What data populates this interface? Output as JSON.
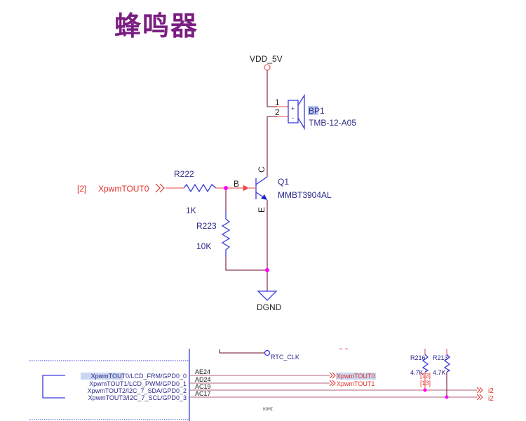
{
  "title": "蜂鸣器",
  "buzzer_circuit": {
    "power": "VDD_5V",
    "ground": "DGND",
    "buzzer": {
      "ref_highlight": "BP",
      "ref_rest": "1",
      "part": "TMB-12-A05",
      "pin1": "1",
      "pin2": "2",
      "plus": "+",
      "minus": "-"
    },
    "transistor": {
      "ref": "Q1",
      "part": "MMBT3904AL",
      "base": "B",
      "collector": "C",
      "emitter": "E"
    },
    "r_base": {
      "ref": "R222",
      "value": "1K"
    },
    "r_pull": {
      "ref": "R223",
      "value": "10K"
    },
    "input": {
      "sheet_ref": "[2]",
      "net": "XpwmTOUT0"
    }
  },
  "connector": {
    "pins": [
      {
        "highlight": "XpwmTOUT",
        "name": "0/LCD_FRM/GPD0_0",
        "ball": "AE24"
      },
      {
        "name": "XpwmTOUT1/LCD_PWM/GPD0_1",
        "ball": "AD24"
      },
      {
        "name": "XpwmTOUT2/I2C_7_SDA/GPD0_2",
        "ball": "AC19"
      },
      {
        "name": "XpwmTOUT3/I2C_7_SCL/GPD0_3",
        "ball": "AC17"
      }
    ],
    "rtc": "RTC_CLK",
    "hdmi": "HDMI",
    "nets": [
      "XpwmTOUT0",
      "XpwmTOUT1"
    ],
    "resistors": [
      {
        "ref": "R216",
        "value": "4.7K",
        "sheet": "[13]"
      },
      {
        "ref": "R213",
        "value": "4.7K",
        "sheet": "[13]"
      }
    ],
    "offsheet": [
      "i2",
      "i2"
    ]
  }
}
